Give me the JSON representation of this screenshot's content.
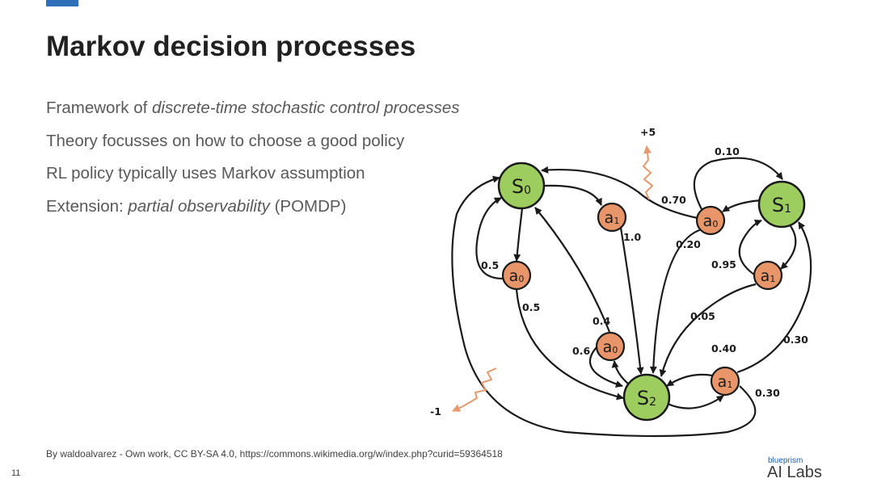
{
  "slide": {
    "title": "Markov decision processes",
    "bullets": [
      {
        "before": "Framework of ",
        "em": "discrete-time stochastic control processes",
        "after": ""
      },
      {
        "before": "Theory focusses on how to choose a good policy",
        "em": "",
        "after": ""
      },
      {
        "before": "RL policy typically uses Markov assumption",
        "em": "",
        "after": ""
      },
      {
        "before": "Extension: ",
        "em": "partial observability",
        "after": " (POMDP)"
      }
    ],
    "credit": "By waldoalvarez - Own work, CC BY-SA 4.0, https://commons.wikimedia.org/w/index.php?curid=59364518",
    "page_number": "11",
    "logo": {
      "top": "blueprism",
      "bottom": "AI Labs"
    }
  },
  "diagram": {
    "colors": {
      "state": "#9dcc5f",
      "action": "#e8956a",
      "reward": "#e59a6e",
      "accent": "#2f6fb7"
    },
    "nodes": [
      {
        "id": "S0",
        "kind": "state",
        "base": "S",
        "sub": "0"
      },
      {
        "id": "S1",
        "kind": "state",
        "base": "S",
        "sub": "1"
      },
      {
        "id": "S2",
        "kind": "state",
        "base": "S",
        "sub": "2"
      },
      {
        "id": "S0a0",
        "kind": "action",
        "base": "a",
        "sub": "0"
      },
      {
        "id": "S0a1",
        "kind": "action",
        "base": "a",
        "sub": "1"
      },
      {
        "id": "S1a0",
        "kind": "action",
        "base": "a",
        "sub": "0"
      },
      {
        "id": "S1a1",
        "kind": "action",
        "base": "a",
        "sub": "1"
      },
      {
        "id": "S2a0",
        "kind": "action",
        "base": "a",
        "sub": "0"
      },
      {
        "id": "S2a1",
        "kind": "action",
        "base": "a",
        "sub": "1"
      }
    ],
    "edges": [
      {
        "id": "S0-S0a0",
        "from": "S0",
        "to": "S0a0",
        "label": ""
      },
      {
        "id": "S0-S0a1",
        "from": "S0",
        "to": "S0a1",
        "label": ""
      },
      {
        "id": "S0a0-S0",
        "from": "S0a0",
        "to": "S0",
        "label": "0.5"
      },
      {
        "id": "S0a0-S2",
        "from": "S0a0",
        "to": "S2",
        "label": "0.5"
      },
      {
        "id": "S0a1-S2",
        "from": "S0a1",
        "to": "S2",
        "label": "1.0"
      },
      {
        "id": "S1-S1a0",
        "from": "S1",
        "to": "S1a0",
        "label": ""
      },
      {
        "id": "S1-S1a1",
        "from": "S1",
        "to": "S1a1",
        "label": ""
      },
      {
        "id": "S1a0-S0",
        "from": "S1a0",
        "to": "S0",
        "label": "0.70"
      },
      {
        "id": "S1a0-S1",
        "from": "S1a0",
        "to": "S1",
        "label": "0.10"
      },
      {
        "id": "S1a0-S2",
        "from": "S1a0",
        "to": "S2",
        "label": "0.20"
      },
      {
        "id": "S1a1-S1",
        "from": "S1a1",
        "to": "S1",
        "label": "0.95"
      },
      {
        "id": "S1a1-S2",
        "from": "S1a1",
        "to": "S2",
        "label": "0.05"
      },
      {
        "id": "S2-S2a0",
        "from": "S2",
        "to": "S2a0",
        "label": ""
      },
      {
        "id": "S2-S2a1",
        "from": "S2",
        "to": "S2a1",
        "label": ""
      },
      {
        "id": "S2a0-S0",
        "from": "S2a0",
        "to": "S0",
        "label": "0.4"
      },
      {
        "id": "S2a0-S2",
        "from": "S2a0",
        "to": "S2",
        "label": "0.6"
      },
      {
        "id": "S2a1-S2",
        "from": "S2a1",
        "to": "S2",
        "label": "0.40"
      },
      {
        "id": "S2a1-S1",
        "from": "S2a1",
        "to": "S1",
        "label": "0.30"
      },
      {
        "id": "S2a1-S0",
        "from": "S2a1",
        "to": "S0",
        "label": "0.30"
      }
    ],
    "rewards": [
      {
        "id": "reward-plus5",
        "label": "+5"
      },
      {
        "id": "reward-minus1",
        "label": "-1"
      }
    ]
  }
}
